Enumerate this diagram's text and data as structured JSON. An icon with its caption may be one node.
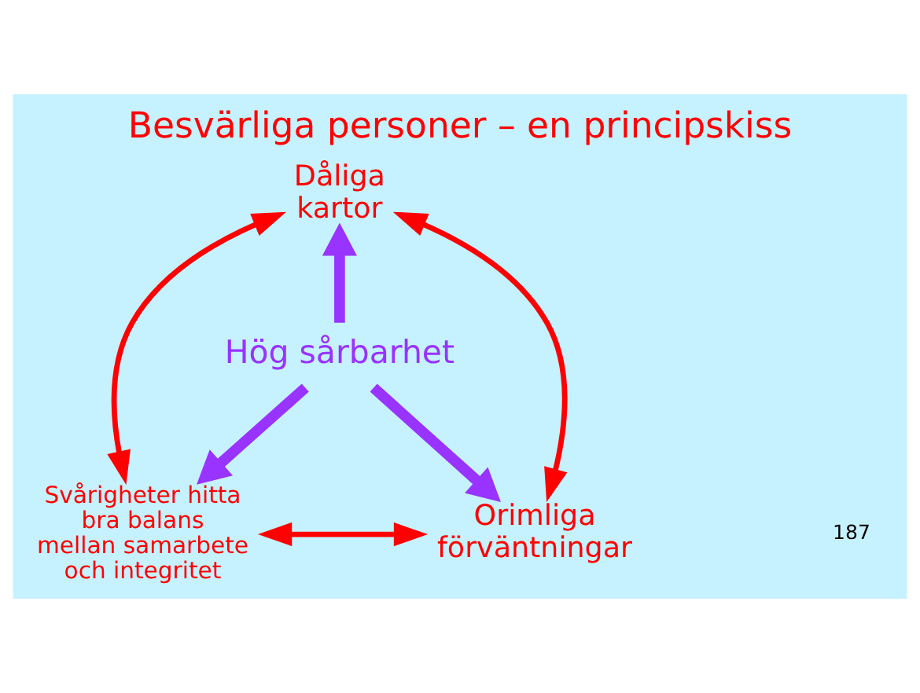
{
  "diagram": {
    "title": "Besvärliga personer – en principskiss",
    "nodes": [
      {
        "text": [
          "Dåliga kartor"
        ]
      },
      {
        "text": [
          "Hög sårbarhet"
        ]
      },
      {
        "text": [
          "Svårigheter hitta bra balans mellan samarbete och integritet"
        ]
      },
      {
        "text": [
          "Orimliga förväntningar"
        ]
      }
    ],
    "edges": [
      {
        "from": 1,
        "to": 0,
        "arrow": "to",
        "style": "thick",
        "color": "#9933ff"
      },
      {
        "from": 1,
        "to": 2,
        "arrow": "to",
        "style": "thick",
        "color": "#9933ff"
      },
      {
        "from": 1,
        "to": 3,
        "arrow": "to",
        "style": "thick",
        "color": "#9933ff"
      },
      {
        "from": 0,
        "to": 2,
        "arrow": "both",
        "color": "#ff0000"
      },
      {
        "from": 0,
        "to": 3,
        "arrow": "both",
        "color": "#ff0000"
      },
      {
        "from": 2,
        "to": 3,
        "arrow": "both",
        "color": "#ff0000"
      }
    ],
    "labels": [
      "187"
    ]
  }
}
